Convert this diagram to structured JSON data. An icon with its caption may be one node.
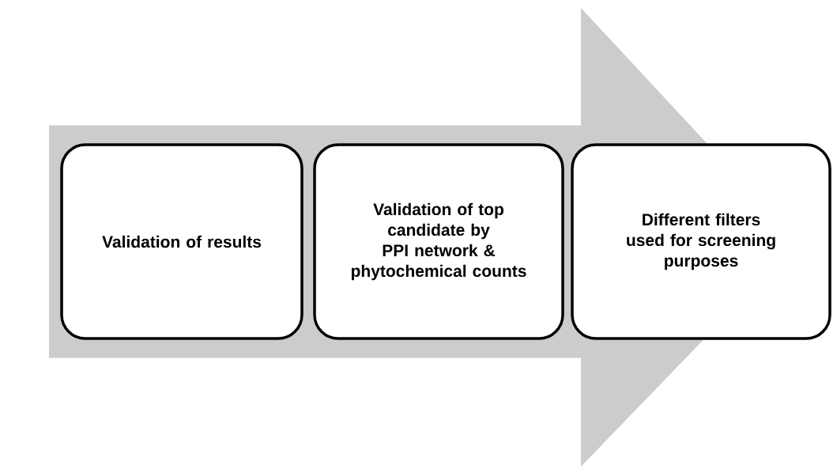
{
  "diagram": {
    "nodes": [
      {
        "text": [
          "Validation of results"
        ]
      },
      {
        "text": [
          "Validation of top candidate by PPI network & phytochemical counts"
        ]
      },
      {
        "text": [
          "Different filters used for screening purposes"
        ]
      }
    ],
    "edges": [
      {
        "from": 0,
        "to": 2,
        "arrow": "to",
        "style": "thick",
        "color": "#cccccc"
      }
    ]
  }
}
